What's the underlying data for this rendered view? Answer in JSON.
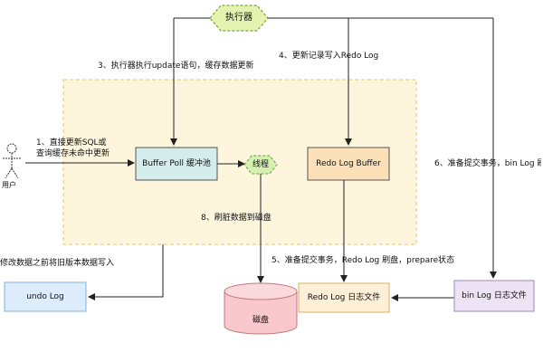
{
  "nodes": {
    "executor": "执行器",
    "user": "用户",
    "buffer_pool": "Buffer Poll 缓冲池",
    "thread": "线程",
    "redo_log_buffer": "Redo Log Buffer",
    "undo_log": "undo Log",
    "disk": "磁盘",
    "redo_log_file": "Redo Log 日志文件",
    "bin_log_file": "bin Log 日志文件"
  },
  "labels": {
    "step1_line1": "1、直接更新SQL或",
    "step1_line2": "查询缓存未命中更新",
    "step3": "3、执行器执行update语句，缓存数据更新",
    "step4": "4、更新记录写入Redo Log",
    "step5": "5、准备提交事务，Redo Log 刷盘，prepare状态",
    "step6": "6、准备提交事务，bin Log 刷",
    "step8": "8、刷脏数据到磁盘",
    "step2_partial": "修改数据之前将旧版本数据写入"
  },
  "colors": {
    "region_fill": "#fdf6dc",
    "region_border": "#f0c060",
    "buffer_pool": "#d4ecec",
    "thread": "#d6f0b0",
    "redo_buffer": "#fbe0b8",
    "undo_log": "#dcecfa",
    "disk": "#f9c8cc",
    "redo_file": "#fdf0d6",
    "bin_log_file": "#ece4f4",
    "executor": "#e4f4b0"
  }
}
